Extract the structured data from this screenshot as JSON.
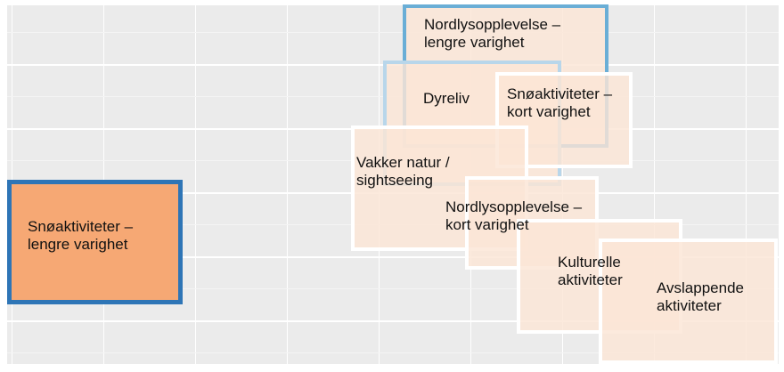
{
  "chart_data": {
    "type": "diagram",
    "title": "",
    "items": [
      {
        "label": "Snøaktiviteter –\nlengre varighet",
        "line1": "Snøaktiviteter –",
        "line2": "lengre varighet",
        "style": "highlighted",
        "fill": "#f6a874",
        "border": "#2e75b6"
      },
      {
        "label": "Nordlysopplevelse – lengre varighet",
        "line1": "Nordlysopplevelse –",
        "line2": "lengre varighet",
        "style": "blue-border",
        "border": "#6aaed6"
      },
      {
        "label": "Dyreliv",
        "line1": "Dyreliv",
        "line2": "",
        "style": "light-blue-border",
        "border": "#b8d6ea"
      },
      {
        "label": "Snøaktiviteter – kort varighet",
        "line1": "Snøaktiviteter –",
        "line2": "kort varighet",
        "style": "white-border"
      },
      {
        "label": "Vakker natur / sightseeing",
        "line1": "Vakker natur /",
        "line2": "sightseeing",
        "style": "white-border"
      },
      {
        "label": "Nordlysopplevelse – kort varighet",
        "line1": "Nordlysopplevelse –",
        "line2": "kort varighet",
        "style": "white-border"
      },
      {
        "label": "Kulturelle aktiviteter",
        "line1": "Kulturelle",
        "line2": "aktiviteter",
        "style": "white-border"
      },
      {
        "label": "Avslappende aktiviteter",
        "line1": "Avslappende",
        "line2": "aktiviteter",
        "style": "white-border"
      }
    ],
    "grid": true
  },
  "colors": {
    "background": "#ebebeb",
    "box_fill": "#fbe5d5",
    "highlight_fill": "#f6a874",
    "dark_blue": "#2e75b6",
    "mid_blue": "#6aaed6",
    "light_blue": "#b8d6ea"
  }
}
